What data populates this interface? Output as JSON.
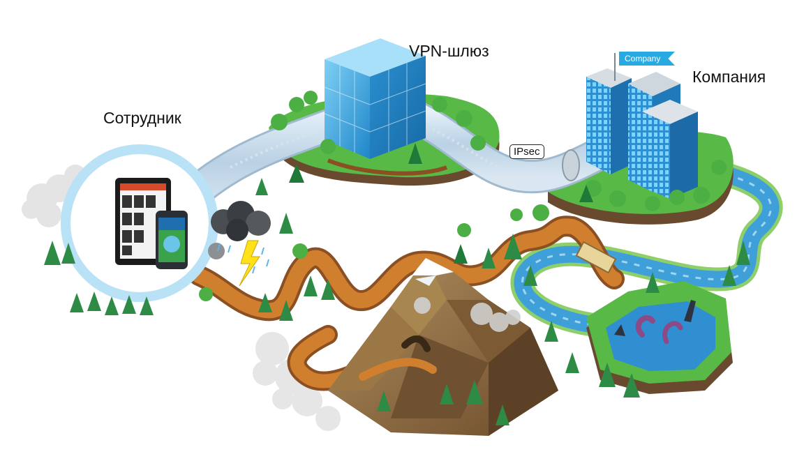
{
  "labels": {
    "employee": "Сотрудник",
    "gateway": "VPN-шлюз",
    "company": "Компания",
    "tunnel": "IPsec",
    "flag": "Company"
  },
  "colors": {
    "ring": "#b9e2f6",
    "grass": "#58b947",
    "earth": "#7a4e2d",
    "path": "#c8792c",
    "river": "#3f9fd8",
    "cube": "#3ba6dd",
    "tower": "#2f95d6",
    "flag": "#29a9e1",
    "mountain": "#8f6a3e",
    "tree": "#2e8b45",
    "tentacle": "#8c4b86"
  }
}
